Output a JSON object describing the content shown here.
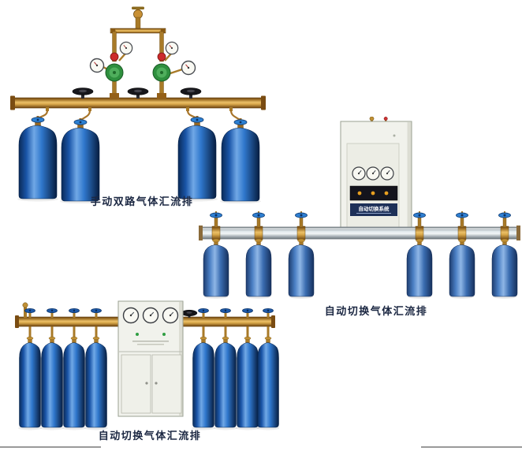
{
  "page": {
    "background": "#ffffff"
  },
  "products": [
    {
      "id": "manual-dual-manifold",
      "caption": "手动双路气体汇流排",
      "cylinder_count": 4
    },
    {
      "id": "auto-switch-manifold-rail",
      "caption": "自动切换气体汇流排",
      "cabinet_label": "自动切换系统",
      "cylinder_count": 6
    },
    {
      "id": "auto-switch-manifold-cabinet",
      "caption": "自动切换气体汇流排",
      "cylinder_count": 8
    }
  ],
  "colors": {
    "brass_pipe": "#c8952f",
    "cylinder_dark_blue": "#1a55a8",
    "cylinder_light_blue": "#4a7fc4",
    "rail_aluminum": "#dfe7ea",
    "cabinet_body": "#f1f2ec",
    "regulator_green": "#2e8f3e",
    "regulator_red": "#cc2a2a",
    "handwheel_blue": "#2e7fd2",
    "caption_text": "#1b2742"
  }
}
